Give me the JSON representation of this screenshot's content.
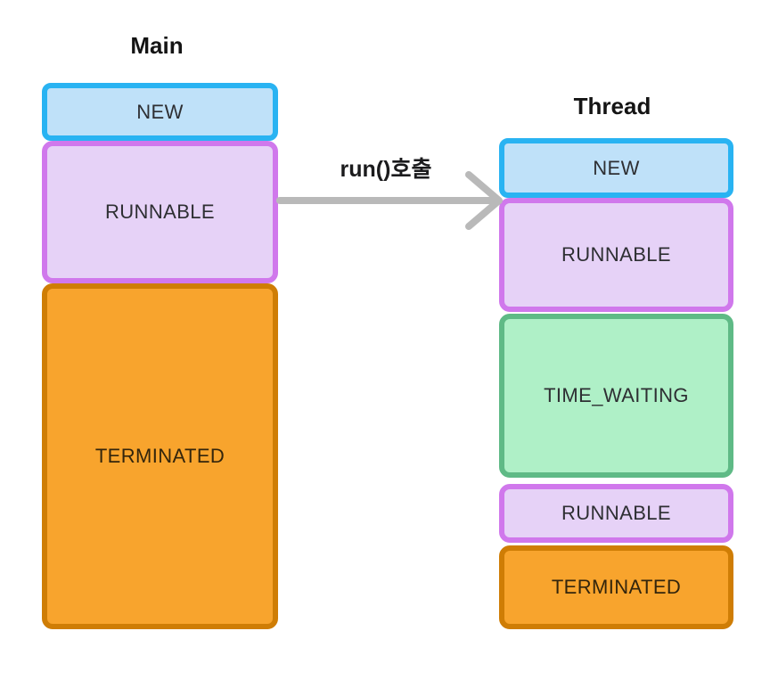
{
  "diagram": {
    "background": "#ffffff",
    "text_color": "#2e2f33",
    "columns": [
      {
        "title": "Main",
        "blocks": [
          {
            "label": "NEW",
            "state": "new",
            "fill": "#bfe1f9",
            "border": "#29b3f2"
          },
          {
            "label": "RUNNABLE",
            "state": "runnable",
            "fill": "#e6d2f7",
            "border": "#d078ec"
          },
          {
            "label": "TERMINATED",
            "state": "terminated",
            "fill": "#f8a42d",
            "border": "#cf7d05"
          }
        ]
      },
      {
        "title": "Thread",
        "blocks": [
          {
            "label": "NEW",
            "state": "new",
            "fill": "#bfe1f9",
            "border": "#29b3f2"
          },
          {
            "label": "RUNNABLE",
            "state": "runnable",
            "fill": "#e6d2f7",
            "border": "#d078ec"
          },
          {
            "label": "TIME_WAITING",
            "state": "timewaiting",
            "fill": "#aff0c7",
            "border": "#5fba86"
          },
          {
            "label": "RUNNABLE",
            "state": "runnable",
            "fill": "#e6d2f7",
            "border": "#d078ec"
          },
          {
            "label": "TERMINATED",
            "state": "terminated",
            "fill": "#f8a42d",
            "border": "#cf7d05"
          }
        ]
      }
    ],
    "arrow": {
      "label": "run()호출",
      "color": "#b9b9b9",
      "from": "main-runnable",
      "to": "thread-new"
    }
  }
}
